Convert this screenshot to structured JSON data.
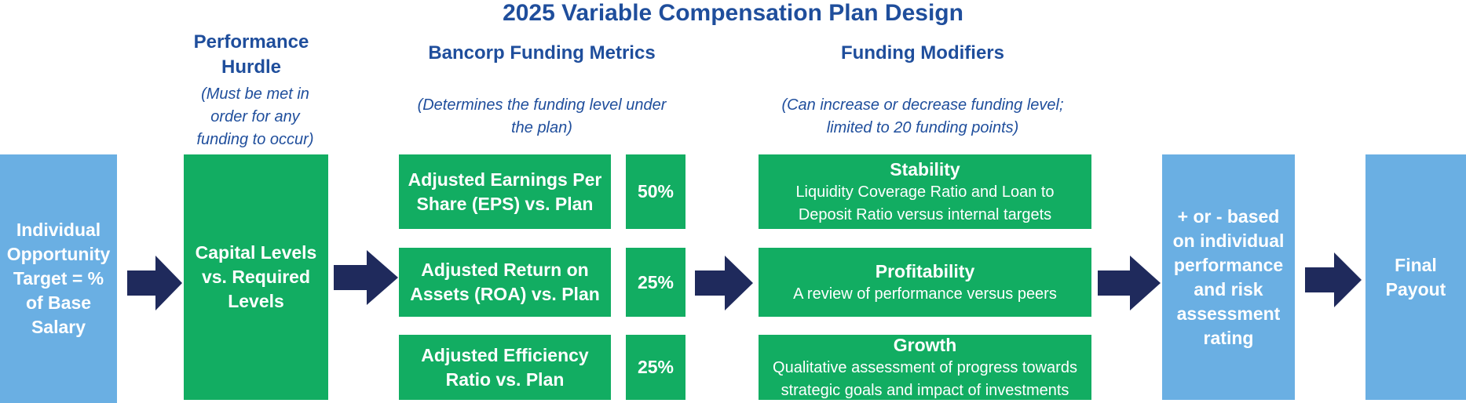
{
  "title": "2025 Variable Compensation Plan Design",
  "colors": {
    "title_blue": "#1f4e9c",
    "box_blue": "#6aafe3",
    "box_green": "#12ad62",
    "arrow_navy": "#1f2a5c"
  },
  "headers": {
    "hurdle": {
      "title_lines": [
        "Performance",
        "Hurdle"
      ],
      "sub_lines": [
        "(Must be met in",
        "order for any",
        "funding to occur)"
      ]
    },
    "metrics": {
      "title_lines": [
        "Bancorp Funding Metrics"
      ],
      "sub_lines": [
        "(Determines the funding level under",
        "the plan)"
      ]
    },
    "modifiers": {
      "title_lines": [
        "Funding Modifiers"
      ],
      "sub_lines": [
        "(Can increase or decrease funding level;",
        "limited to 20 funding points)"
      ]
    }
  },
  "opportunity": {
    "lines": [
      "Individual",
      "Opportunity",
      "Target = %",
      "of Base",
      "Salary"
    ]
  },
  "hurdle_box": {
    "lines": [
      "Capital Levels",
      "vs. Required",
      "Levels"
    ]
  },
  "metrics": [
    {
      "lines": [
        "Adjusted Earnings Per",
        "Share (EPS) vs. Plan"
      ],
      "weight": "50%"
    },
    {
      "lines": [
        "Adjusted Return on",
        "Assets (ROA) vs. Plan"
      ],
      "weight": "25%"
    },
    {
      "lines": [
        "Adjusted Efficiency",
        "Ratio vs. Plan"
      ],
      "weight": "25%"
    }
  ],
  "modifiers": [
    {
      "title": "Stability",
      "desc_lines": [
        "Liquidity Coverage Ratio and  Loan to",
        "Deposit Ratio versus internal targets"
      ]
    },
    {
      "title": "Profitability",
      "desc_lines": [
        "A review of performance versus peers"
      ]
    },
    {
      "title": "Growth",
      "desc_lines": [
        "Qualitative assessment of progress towards",
        "strategic goals and impact of investments"
      ]
    }
  ],
  "individual": {
    "lines": [
      "+ or - based",
      "on individual",
      "performance",
      "and risk",
      "assessment",
      "rating"
    ]
  },
  "final": {
    "lines": [
      "Final",
      "Payout"
    ]
  }
}
